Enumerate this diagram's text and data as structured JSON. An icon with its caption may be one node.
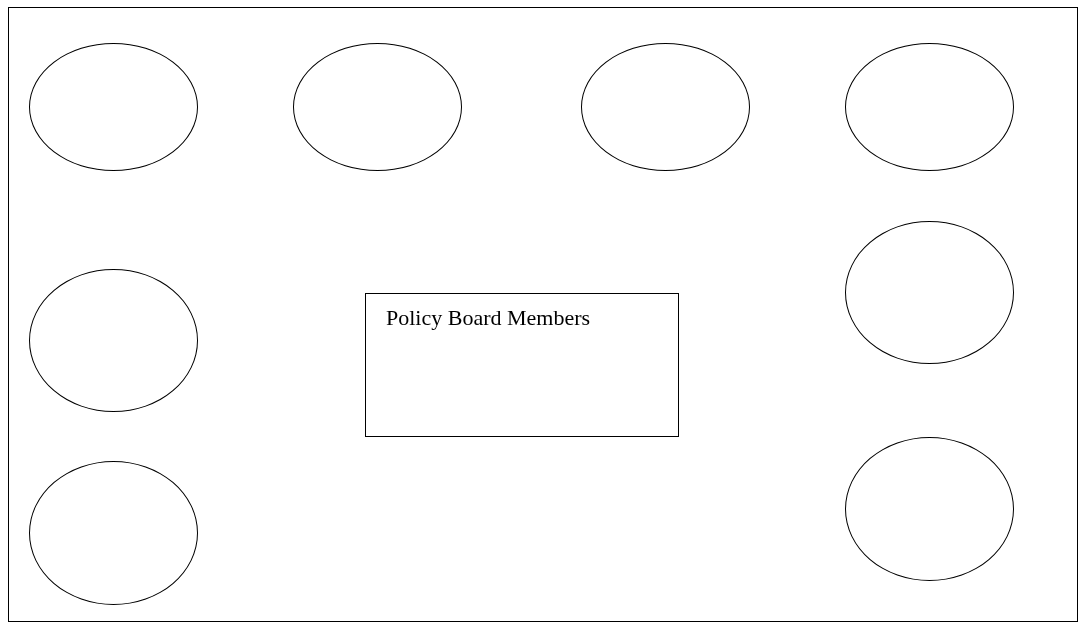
{
  "diagram": {
    "nodes": [
      {
        "text": [],
        "shape": "box"
      },
      {
        "text": [],
        "shape": "circle",
        "in": 0
      },
      {
        "text": [],
        "shape": "circle",
        "in": 0
      },
      {
        "text": [],
        "shape": "circle",
        "in": 0
      },
      {
        "text": [],
        "shape": "circle",
        "in": 0
      },
      {
        "text": [],
        "shape": "circle",
        "in": 0
      },
      {
        "text": [
          "Policy Board Members"
        ],
        "in": 0
      },
      {
        "text": [],
        "shape": "circle",
        "in": 0
      },
      {
        "text": [],
        "shape": "circle",
        "in": 0
      },
      {
        "text": [],
        "shape": "circle",
        "in": 0
      }
    ]
  }
}
